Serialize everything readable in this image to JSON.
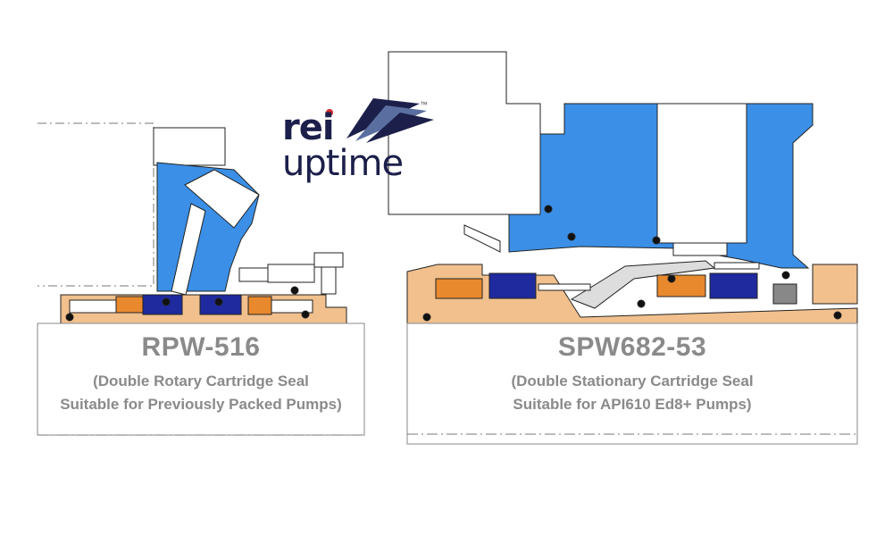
{
  "logo": {
    "line1": "rei",
    "line2": "uptime",
    "trademark": "™",
    "colors": {
      "navy": "#1c1f4a",
      "dot": "#d62b2b"
    }
  },
  "colors": {
    "seal_blue": "#3b8fe6",
    "seal_orange": "#f1c08d",
    "seal_dark_orange": "#e8892e",
    "face_navy": "#1f2a9e",
    "line": "#222222"
  },
  "left": {
    "model": "RPW-516",
    "description_line1": "(Double Rotary Cartridge Seal",
    "description_line2": "Suitable for Previously Packed Pumps)"
  },
  "right": {
    "model": "SPW682-53",
    "description_line1": "(Double Stationary Cartridge Seal",
    "description_line2": "Suitable for API610 Ed8+ Pumps)"
  }
}
